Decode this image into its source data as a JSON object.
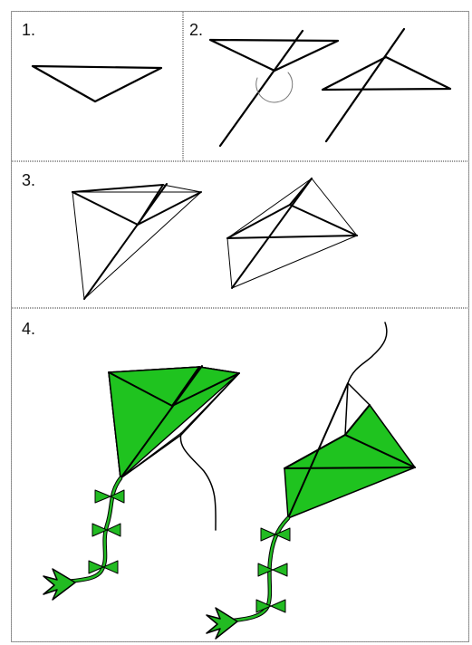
{
  "steps": [
    {
      "number": "1."
    },
    {
      "number": "2."
    },
    {
      "number": "3."
    },
    {
      "number": "4."
    }
  ],
  "colors": {
    "kite_fill": "#1fc31f",
    "line": "#000000",
    "tail_bow": "#22bb22"
  }
}
